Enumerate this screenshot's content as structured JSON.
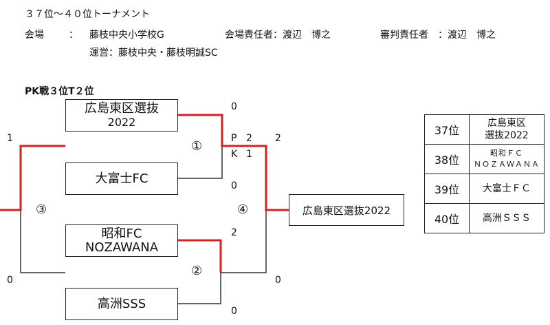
{
  "header": {
    "title": "３７位～４０位トーナメント",
    "venue_label": "会場",
    "venue_colon": "：",
    "venue": "藤枝中央小学校G",
    "venue_manager": "会場責任者：渡辺　博之",
    "referee_manager": "審判責任者　：渡辺　博之",
    "operation": "運営：藤枝中央・藤枝明誠SC"
  },
  "note": "PK戦３位T２位",
  "teams": {
    "t1_line1": "広島東区選抜",
    "t1_line2": "2022",
    "t2": "大富士FC",
    "t3_line1": "昭和FC",
    "t3_line2": "NOZAWANA",
    "t4": "高洲SSS"
  },
  "scores": {
    "t1": "0",
    "t2": "0",
    "t3": "2",
    "t4": "0",
    "pk_p": "P",
    "pk_k": "K",
    "pk_top": "2",
    "pk_bottom": "1",
    "final_top": "2",
    "final_bottom": "0",
    "left_top": "1",
    "left_bottom": "0"
  },
  "match_numbers": {
    "m1": "①",
    "m2": "②",
    "m3": "③",
    "m4": "④"
  },
  "winner": "広島東区選抜2022",
  "ranking": [
    {
      "pos": "37位",
      "name_line1": "広島東区",
      "name_line2": "選抜2022"
    },
    {
      "pos": "38位",
      "name_line1": "昭和ＦＣ",
      "name_line2": "ＮＯＺＡＷＡＮＡ"
    },
    {
      "pos": "39位",
      "name_line1": "大富士ＦＣ",
      "name_line2": ""
    },
    {
      "pos": "40位",
      "name_line1": "高洲ＳＳＳ",
      "name_line2": ""
    }
  ],
  "colors": {
    "win_line": "#d62020",
    "line": "#333333"
  }
}
